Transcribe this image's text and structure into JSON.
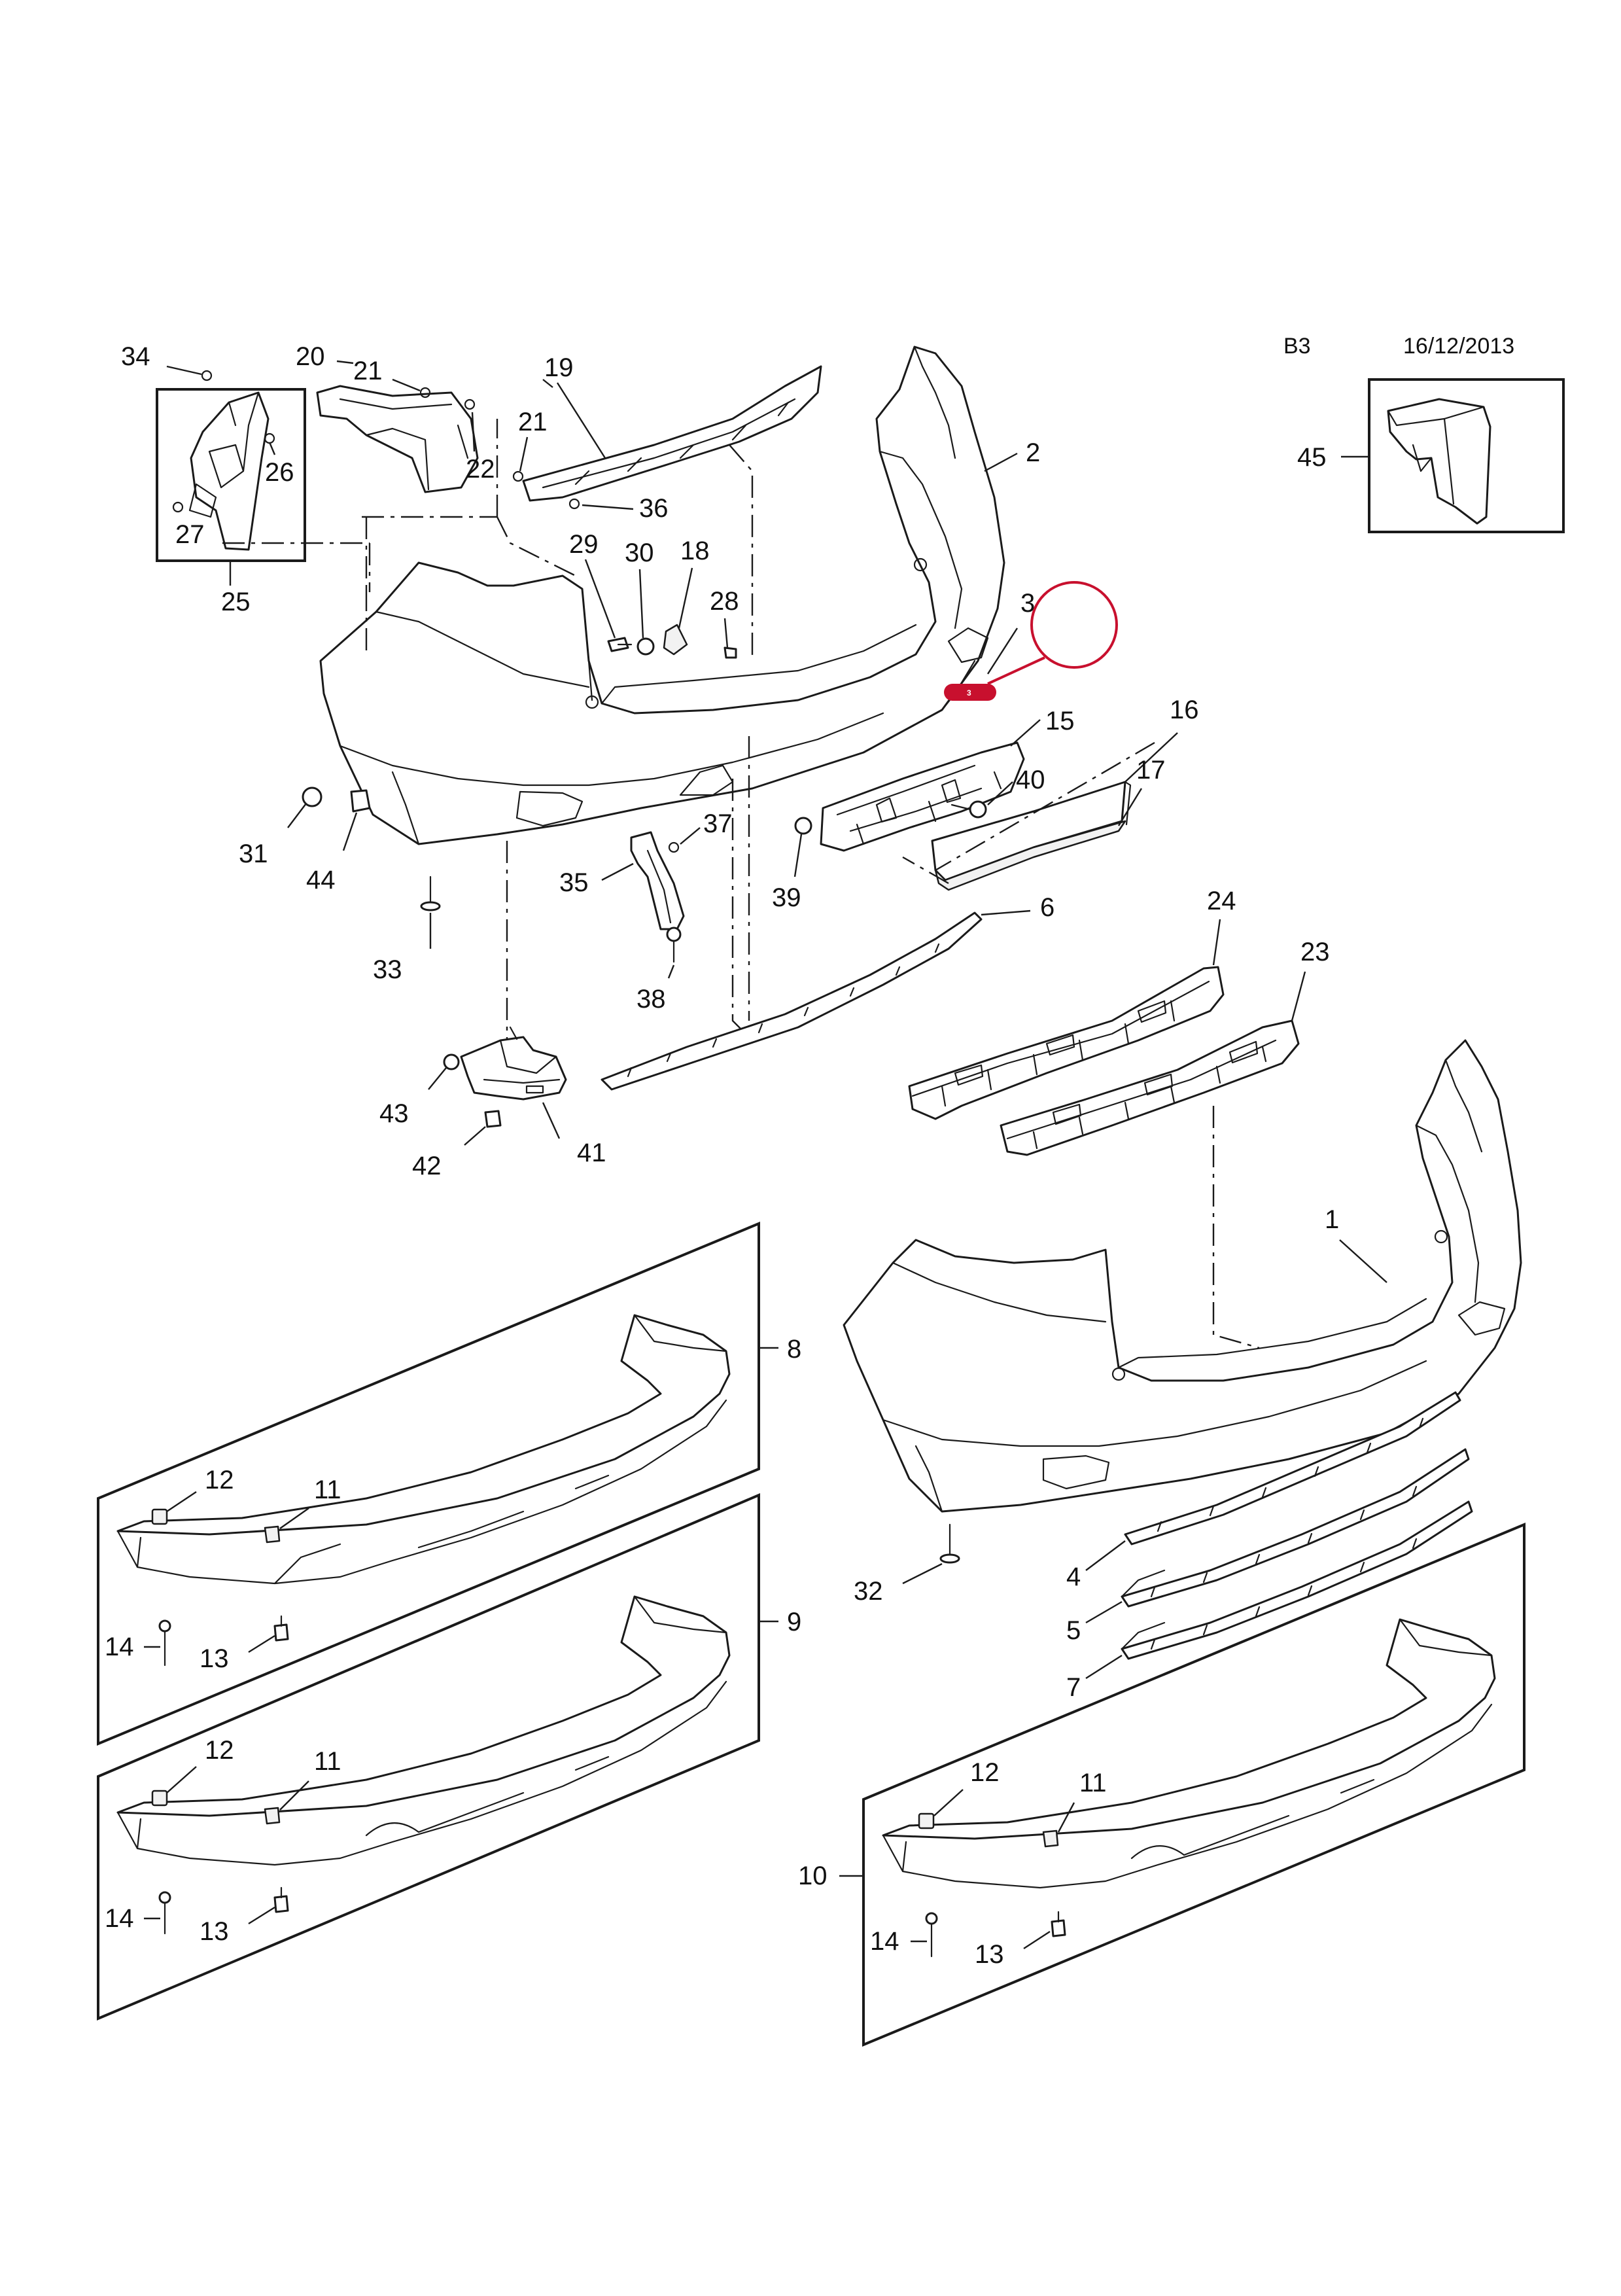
{
  "header": {
    "section": "B3",
    "date": "16/12/2013"
  },
  "labels": {
    "p1": "1",
    "p2": "2",
    "p3": "3",
    "p4": "4",
    "p5": "5",
    "p6": "6",
    "p7": "7",
    "p8": "8",
    "p9": "9",
    "p10": "10",
    "p11a": "11",
    "p11b": "11",
    "p11c": "11",
    "p12a": "12",
    "p12b": "12",
    "p12c": "12",
    "p13a": "13",
    "p13b": "13",
    "p13c": "13",
    "p14a": "14",
    "p14b": "14",
    "p14c": "14",
    "p15": "15",
    "p16": "16",
    "p17": "17",
    "p18": "18",
    "p19": "19",
    "p20": "20",
    "p21a": "21",
    "p21b": "21",
    "p22": "22",
    "p23": "23",
    "p24": "24",
    "p25": "25",
    "p26": "26",
    "p27": "27",
    "p28": "28",
    "p29": "29",
    "p30": "30",
    "p31": "31",
    "p32": "32",
    "p33": "33",
    "p34": "34",
    "p35": "35",
    "p36": "36",
    "p37": "37",
    "p38": "38",
    "p39": "39",
    "p40": "40",
    "p41": "41",
    "p42": "42",
    "p43": "43",
    "p44": "44",
    "p45": "45"
  },
  "marker": {
    "badge": "3",
    "color": "#c8102e"
  }
}
